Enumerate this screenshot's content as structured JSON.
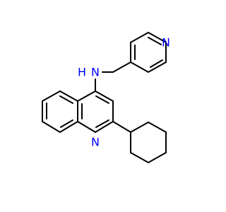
{
  "structure": {
    "atoms": [
      {
        "id": "N_amine",
        "label": "N",
        "color": "#0000ff"
      },
      {
        "id": "H_amine",
        "label": "H",
        "color": "#0000ff"
      },
      {
        "id": "N_pyridine",
        "label": "N",
        "color": "#0000ff"
      },
      {
        "id": "N_quinoline",
        "label": "N",
        "color": "#0000ff"
      }
    ]
  }
}
